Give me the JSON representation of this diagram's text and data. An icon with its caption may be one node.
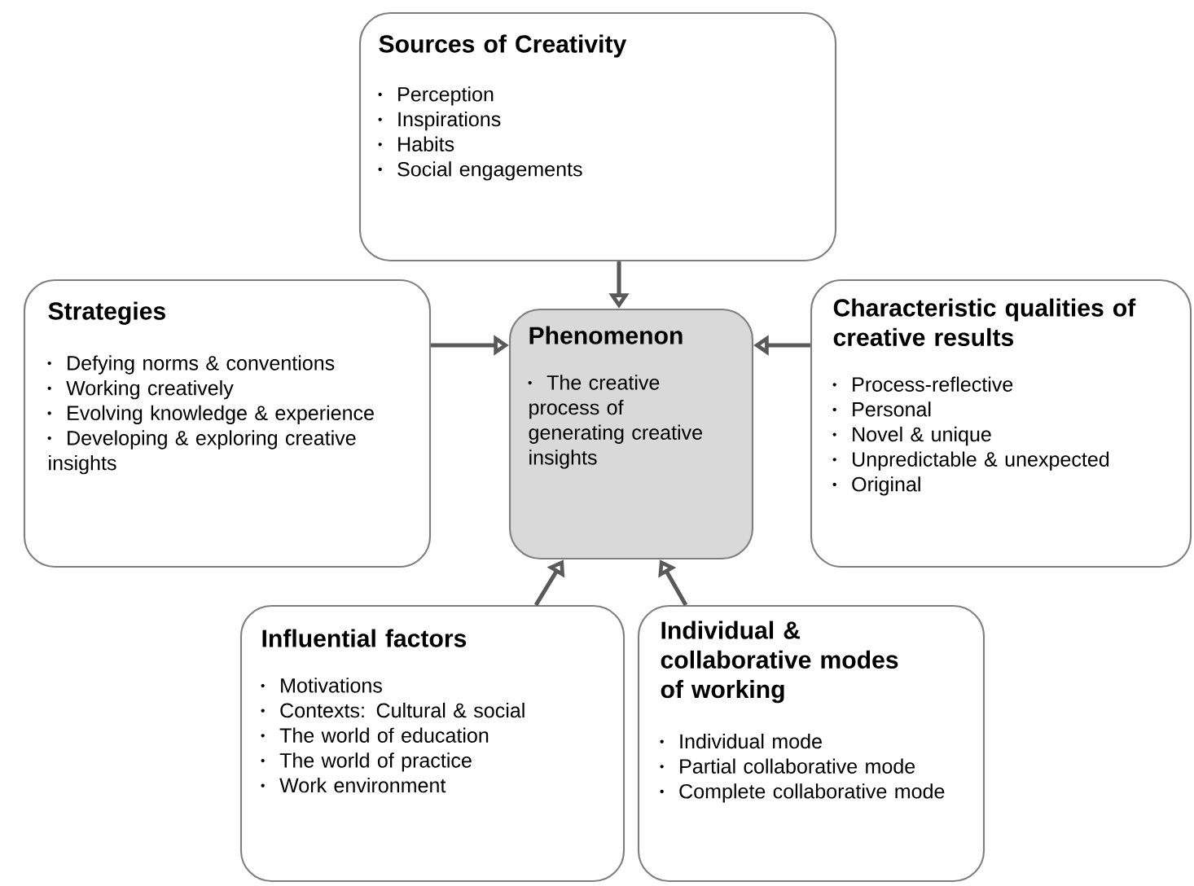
{
  "diagram": {
    "nodes": [
      {
        "text": [
          "Phenomenon",
          "The creative process of generating creative insights"
        ]
      },
      {
        "text": [
          "Sources of Creativity",
          "Perception",
          "Inspirations",
          "Habits",
          "Social engagements"
        ]
      },
      {
        "text": [
          "Strategies",
          "Defying norms & conventions",
          "Working creatively",
          "Evolving knowledge & experience",
          "Developing & exploring creative insights"
        ]
      },
      {
        "text": [
          "Characteristic qualities of creative results",
          "Process-reflective",
          "Personal",
          "Novel & unique",
          "Unpredictable & unexpected",
          "Original"
        ]
      },
      {
        "text": [
          "Influential factors",
          "Motivations",
          "Contexts: Cultural & social",
          "The world of education",
          "The world of practice",
          "Work environment"
        ]
      },
      {
        "text": [
          "Individual & collaborative modes of working",
          "Individual mode",
          "Partial collaborative mode",
          "Complete collaborative mode"
        ]
      }
    ],
    "edges": [
      {
        "from": 1,
        "to": 0,
        "arrow": "to"
      },
      {
        "from": 2,
        "to": 0,
        "arrow": "to"
      },
      {
        "from": 3,
        "to": 0,
        "arrow": "to"
      },
      {
        "from": 4,
        "to": 0,
        "arrow": "to"
      },
      {
        "from": 5,
        "to": 0,
        "arrow": "to"
      }
    ]
  }
}
